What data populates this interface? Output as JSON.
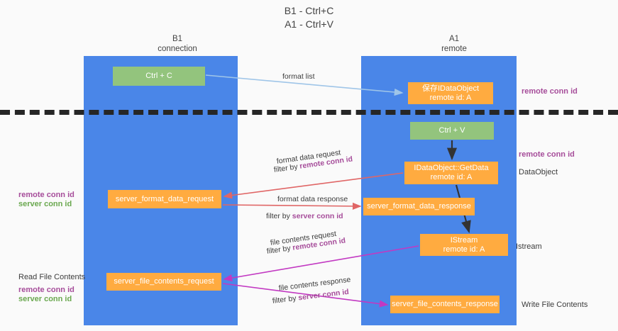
{
  "title": "B1 - Ctrl+C\nA1 - Ctrl+V",
  "columns": {
    "left": "B1\nconnection",
    "right": "A1\nremote"
  },
  "nodes": {
    "ctrl_c": {
      "line1": "Ctrl + C",
      "line2": ""
    },
    "idataobject_remote": {
      "line1": "保存IDataObject",
      "line2": "remote id: A"
    },
    "ctrl_v": {
      "line1": "Ctrl + V",
      "line2": ""
    },
    "idataobject_getdata": {
      "line1": "IDataObject::GetData",
      "line2": "remote id: A"
    },
    "server_format_data_request": {
      "line1": "server_format_data_request",
      "line2": ""
    },
    "server_format_data_response": {
      "line1": "server_format_data_response",
      "line2": ""
    },
    "istream": {
      "line1": "IStream",
      "line2": "remote id: A"
    },
    "server_file_contents_request": {
      "line1": "server_file_contents_request",
      "line2": ""
    },
    "server_file_contents_response": {
      "line1": "server_file_contents_response",
      "line2": ""
    }
  },
  "edge_labels": {
    "format_list": "format list",
    "format_data_request": "format data request",
    "format_data_request_filter_prefix": "filter by ",
    "format_data_request_filter_key": "remote conn id",
    "format_data_response": "format data response",
    "format_data_response_filter_prefix": "filter by ",
    "format_data_response_filter_key": "server conn id",
    "file_contents_request": "file contents request",
    "file_contents_request_filter_prefix": "filter by ",
    "file_contents_request_filter_key": "remote conn id",
    "file_contents_response": "file contents response",
    "file_contents_response_filter_prefix": "filter by ",
    "file_contents_response_filter_key": "server conn id"
  },
  "annotations": {
    "right_remote_conn_id_top": "remote conn id",
    "right_remote_conn_id_mid": "remote conn id",
    "right_dataobject": "DataObject",
    "right_istream": "Istream",
    "right_write_file_contents": "Write File Contents",
    "left_remote_conn_id_1": "remote conn id",
    "left_server_conn_id_1": "server conn id",
    "left_read_file_contents": "Read File Contents",
    "left_remote_conn_id_2": "remote conn id",
    "left_server_conn_id_2": "server conn id"
  },
  "colors": {
    "lane": "#4a86e8",
    "green_node": "#93c47d",
    "orange_node": "#ffab40",
    "purple_text": "#a64d9a",
    "green_text": "#6aa84f",
    "red_arrow": "#e06666",
    "magenta_arrow": "#c239c2",
    "blue_arrow": "#9fc5e8",
    "divider": "#262626",
    "background": "#fafafa"
  }
}
